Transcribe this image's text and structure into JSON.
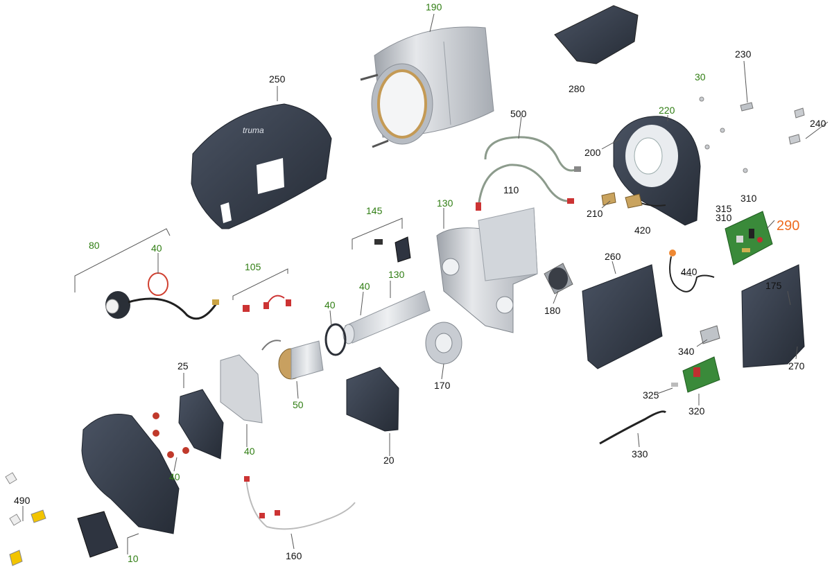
{
  "colors": {
    "label_black": "#111111",
    "label_green": "#2f7d12",
    "label_highlight": "#ee6a1e",
    "part_dark": "#3a4250",
    "part_silver": "#c8ccd2",
    "part_copper": "#c8a060",
    "part_red": "#cc2a2a",
    "pcb_green": "#3a8a3a",
    "leader": "#555555"
  },
  "labels": {
    "l190": "190",
    "l280": "280",
    "l250": "250",
    "l230": "230",
    "l30": "30",
    "l240": "240",
    "l500": "500",
    "l220": "220",
    "l200": "200",
    "l110": "110",
    "l210": "210",
    "l420": "420",
    "l315": "315",
    "l310a": "310",
    "l310b": "310",
    "l290": "290",
    "l145": "145",
    "l130a": "130",
    "l130b": "130",
    "l80": "80",
    "l40a": "40",
    "l105": "105",
    "l40b": "40",
    "l40c": "40",
    "l260": "260",
    "l440": "440",
    "l175": "175",
    "l180": "180",
    "l270": "270",
    "l340": "340",
    "l25": "25",
    "l170": "170",
    "l50": "50",
    "l325": "325",
    "l320": "320",
    "l40d": "40",
    "l20": "20",
    "l330": "330",
    "l40e": "40",
    "l490": "490",
    "l10": "10",
    "l160": "160"
  }
}
